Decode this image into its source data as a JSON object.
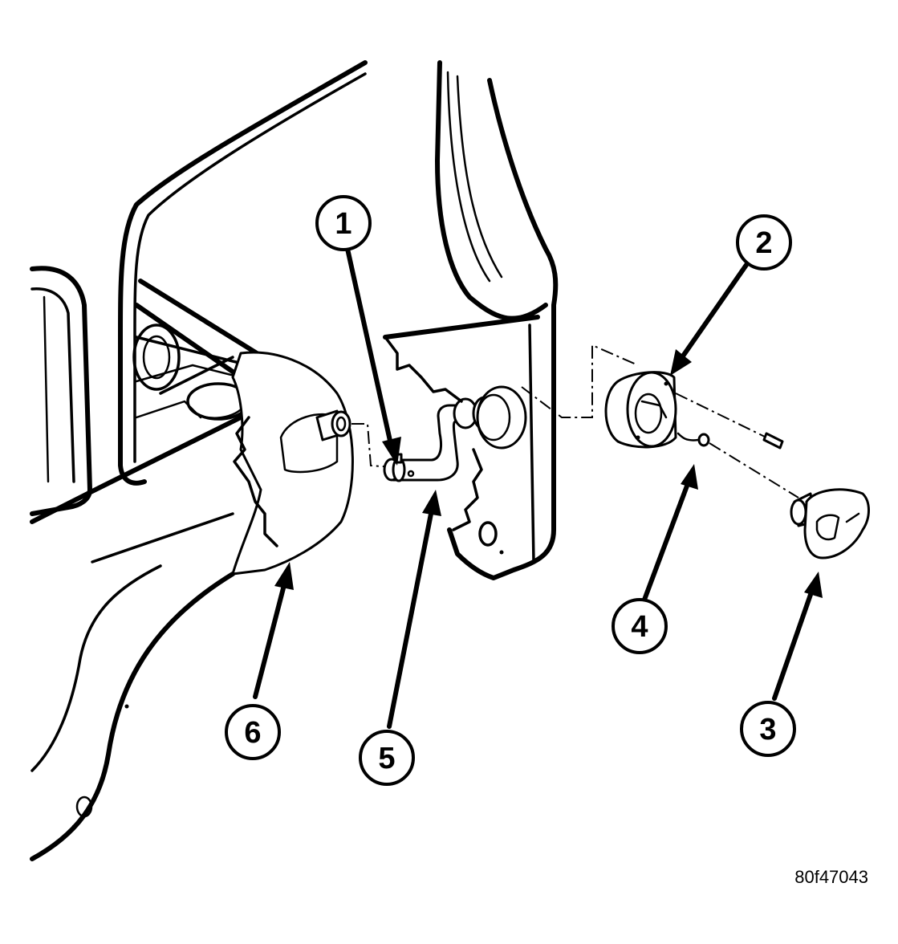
{
  "callouts": [
    {
      "id": "1",
      "label": "1"
    },
    {
      "id": "2",
      "label": "2"
    },
    {
      "id": "3",
      "label": "3"
    },
    {
      "id": "4",
      "label": "4"
    },
    {
      "id": "5",
      "label": "5"
    },
    {
      "id": "6",
      "label": "6"
    }
  ],
  "figure_code": "80f47043"
}
